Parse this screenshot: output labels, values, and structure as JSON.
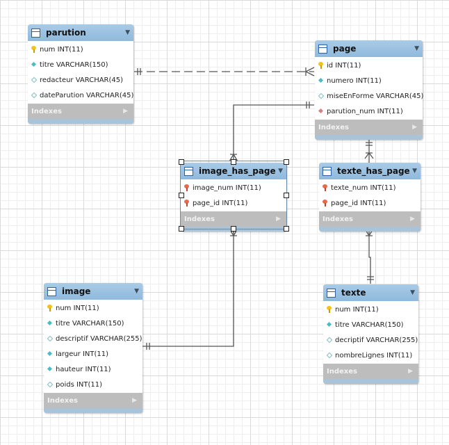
{
  "tables": [
    {
      "id": "parution",
      "name": "parution",
      "indexes_label": "Indexes",
      "columns": [
        {
          "icon": "pk",
          "text": "num INT(11)"
        },
        {
          "icon": "nn",
          "text": "titre VARCHAR(150)"
        },
        {
          "icon": "null",
          "text": "redacteur VARCHAR(45)"
        },
        {
          "icon": "null",
          "text": "dateParution VARCHAR(45)"
        }
      ]
    },
    {
      "id": "page",
      "name": "page",
      "indexes_label": "Indexes",
      "columns": [
        {
          "icon": "pk",
          "text": "id INT(11)"
        },
        {
          "icon": "nn",
          "text": "numero INT(11)"
        },
        {
          "icon": "null",
          "text": "miseEnForme VARCHAR(45)"
        },
        {
          "icon": "fk",
          "text": "parution_num INT(11)"
        }
      ]
    },
    {
      "id": "image_has_page",
      "name": "image_has_page",
      "indexes_label": "Indexes",
      "columns": [
        {
          "icon": "pkfk",
          "text": "image_num INT(11)"
        },
        {
          "icon": "pkfk",
          "text": "page_id INT(11)"
        }
      ]
    },
    {
      "id": "texte_has_page",
      "name": "texte_has_page",
      "indexes_label": "Indexes",
      "columns": [
        {
          "icon": "pkfk",
          "text": "texte_num INT(11)"
        },
        {
          "icon": "pkfk",
          "text": "page_id INT(11)"
        }
      ]
    },
    {
      "id": "image",
      "name": "image",
      "indexes_label": "Indexes",
      "columns": [
        {
          "icon": "pk",
          "text": "num INT(11)"
        },
        {
          "icon": "nn",
          "text": "titre VARCHAR(150)"
        },
        {
          "icon": "null",
          "text": "descriptif VARCHAR(255)"
        },
        {
          "icon": "nn",
          "text": "largeur INT(11)"
        },
        {
          "icon": "nn",
          "text": "hauteur INT(11)"
        },
        {
          "icon": "null",
          "text": "poids INT(11)"
        }
      ]
    },
    {
      "id": "texte",
      "name": "texte",
      "indexes_label": "Indexes",
      "columns": [
        {
          "icon": "pk",
          "text": "num INT(11)"
        },
        {
          "icon": "nn",
          "text": "titre VARCHAR(150)"
        },
        {
          "icon": "null",
          "text": "decriptif VARCHAR(255)"
        },
        {
          "icon": "null",
          "text": "nombreLignes INT(11)"
        }
      ]
    }
  ],
  "relationships": [
    {
      "from": "parution",
      "to": "page",
      "style": "dashed"
    },
    {
      "from": "page",
      "to": "image_has_page",
      "style": "solid"
    },
    {
      "from": "page",
      "to": "texte_has_page",
      "style": "solid"
    },
    {
      "from": "image",
      "to": "image_has_page",
      "style": "solid"
    },
    {
      "from": "texte",
      "to": "texte_has_page",
      "style": "solid"
    }
  ],
  "selected_table": "image_has_page",
  "colors": {
    "header": "#98c1e0",
    "indexes": "#bdbdbd",
    "relationship_line": "#555555",
    "primary_key": "#f3c21a",
    "primary_foreign_key": "#e66a4d"
  }
}
